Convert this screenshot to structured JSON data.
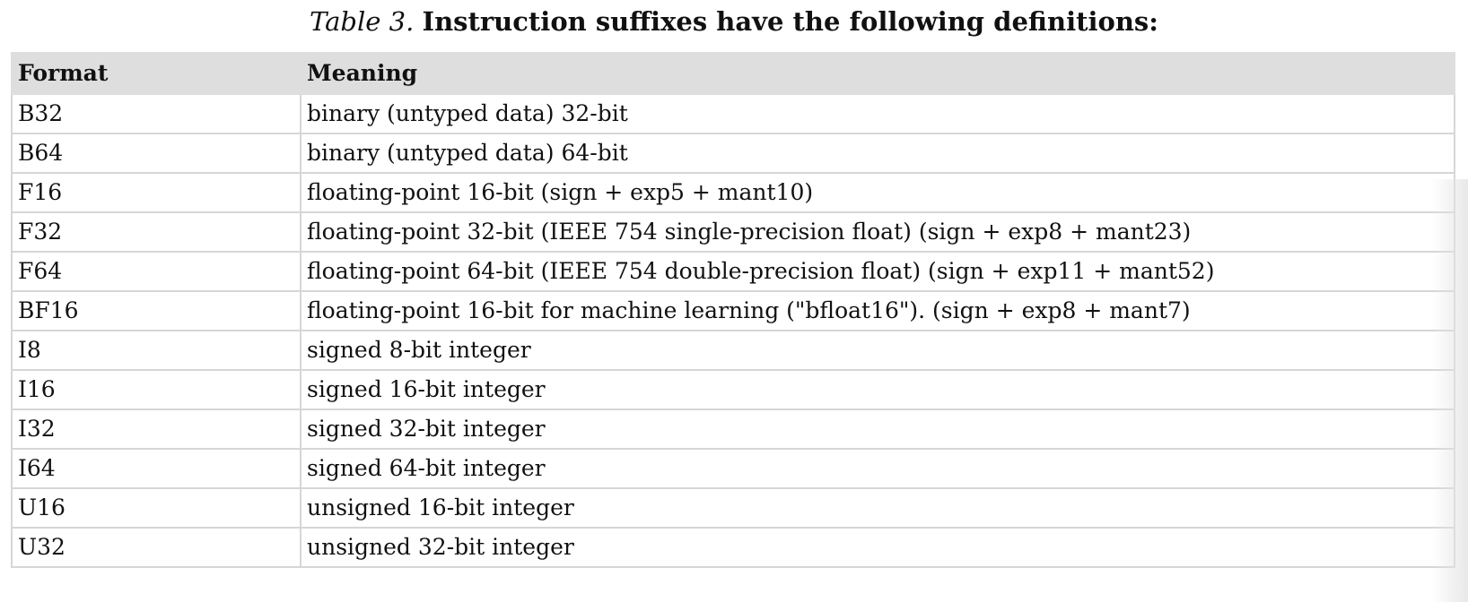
{
  "caption": {
    "label": "Table 3.",
    "text": "Instruction suffixes have the following definitions:"
  },
  "table": {
    "headers": [
      "Format",
      "Meaning"
    ],
    "rows": [
      [
        "B32",
        "binary (untyped data) 32-bit"
      ],
      [
        "B64",
        "binary (untyped data) 64-bit"
      ],
      [
        "F16",
        "floating-point 16-bit (sign + exp5 + mant10)"
      ],
      [
        "F32",
        "floating-point 32-bit (IEEE 754 single-precision float) (sign + exp8 + mant23)"
      ],
      [
        "F64",
        "floating-point 64-bit (IEEE 754 double-precision float) (sign + exp11 + mant52)"
      ],
      [
        "BF16",
        "floating-point 16-bit for machine learning (\"bfloat16\"). (sign + exp8 + mant7)"
      ],
      [
        "I8",
        "signed 8-bit integer"
      ],
      [
        "I16",
        "signed 16-bit integer"
      ],
      [
        "I32",
        "signed 32-bit integer"
      ],
      [
        "I64",
        "signed 64-bit integer"
      ],
      [
        "U16",
        "unsigned 16-bit integer"
      ],
      [
        "U32",
        "unsigned 32-bit integer"
      ]
    ]
  }
}
